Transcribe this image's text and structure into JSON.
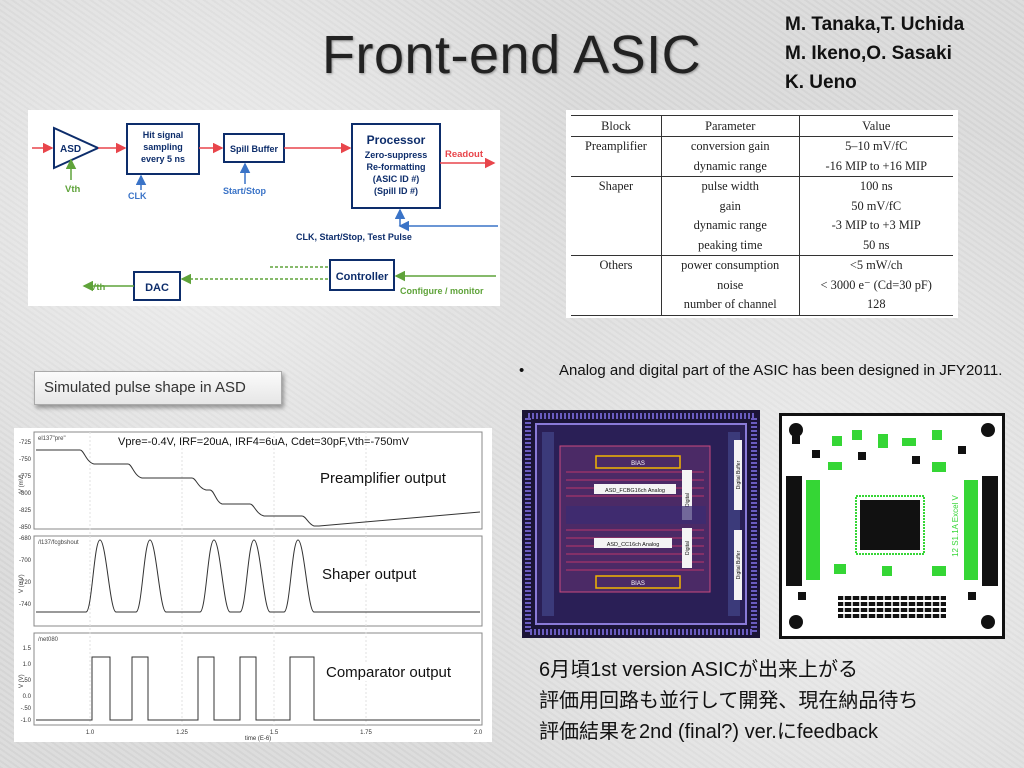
{
  "slide": {
    "title": "Front-end ASIC",
    "authors": [
      "M. Tanaka,T. Uchida",
      "M. Ikeno,O. Sasaki",
      "K. Ueno"
    ]
  },
  "block_diagram": {
    "asd": "ASD",
    "vth_top": "Vth",
    "clk": "CLK",
    "hit_sampling": [
      "Hit signal",
      "sampling",
      "every 5 ns"
    ],
    "spill_buffer": "Spill Buffer",
    "start_stop": "Start/Stop",
    "processor": [
      "Processor",
      "Zero-suppress",
      "Re-formatting",
      "(ASIC ID #)",
      "(Spill ID #)"
    ],
    "readout": "Readout",
    "control_bus": "CLK, Start/Stop, Test Pulse",
    "vth_bottom": "Vth",
    "dac": "DAC",
    "controller": "Controller",
    "configure": "Configure / monitor",
    "colors": {
      "signal": "#e8454b",
      "control": "#3a73c7",
      "monitor": "#5fa33a",
      "block": "#0d2d6b"
    }
  },
  "parameter_table": {
    "headers": [
      "Block",
      "Parameter",
      "Value"
    ],
    "groups": [
      {
        "block": "Preamplifier",
        "rows": [
          [
            "conversion gain",
            "5–10 mV/fC"
          ],
          [
            "dynamic range",
            "-16 MIP to +16 MIP"
          ]
        ]
      },
      {
        "block": "Shaper",
        "rows": [
          [
            "pulse width",
            "100 ns"
          ],
          [
            "gain",
            "50 mV/fC"
          ],
          [
            "dynamic range",
            "-3 MIP to +3 MIP"
          ],
          [
            "peaking time",
            "50 ns"
          ]
        ]
      },
      {
        "block": "Others",
        "rows": [
          [
            "power consumption",
            "<5 mW/ch"
          ],
          [
            "noise",
            "< 3000 e⁻  (Cd=30 pF)"
          ],
          [
            "number of channel",
            "128"
          ]
        ]
      }
    ]
  },
  "simulation": {
    "box_label": "Simulated pulse shape in ASD",
    "condition": "Vpre=-0.4V, IRF=20uA, IRF4=6uA, Cdet=30pF,Vth=-750mV",
    "preamp_label": "Preamplifier output",
    "shaper_label": "Shaper output",
    "comparator_label": "Comparator output",
    "plot1_tag": "el137\"pre\"",
    "plot2_tag": "/l137/fcgbshout",
    "plot3_tag": "/net080",
    "plot1_yticks": [
      "-725",
      "-750",
      "-775",
      "-800",
      "-825",
      "-850"
    ],
    "plot2_yticks": [
      "-680",
      "-700",
      "-720",
      "-740"
    ],
    "plot3_yticks": [
      "1.5",
      "1.0",
      ".50",
      "0.0",
      "-.50",
      "-1.0"
    ],
    "ylabel_mv": "V (mV)",
    "ylabel_v": "V (V)",
    "xticks": [
      "1.0",
      "1.25",
      "1.5",
      "1.75",
      "2.0"
    ],
    "xlabel": "time (E-6)"
  },
  "bullet": {
    "symbol": "•",
    "text": "Analog and digital part of the ASIC has been designed in JFY2011."
  },
  "chip_layout": {
    "labels": [
      "BIAS",
      "ASD_FCBG16ch Analog",
      "ASD_CC16ch Analog",
      "BIAS",
      "Digital",
      "Digital",
      "Digital Buffer",
      "Digital Buffer"
    ]
  },
  "pcb": {
    "silkscreen": "12 S1.1A Excel V"
  },
  "notes": [
    "6月頃1st version ASICが出来上がる",
    "評価用回路も並行して開発、現在納品待ち",
    "評価結果を2nd (final?) ver.にfeedback"
  ]
}
